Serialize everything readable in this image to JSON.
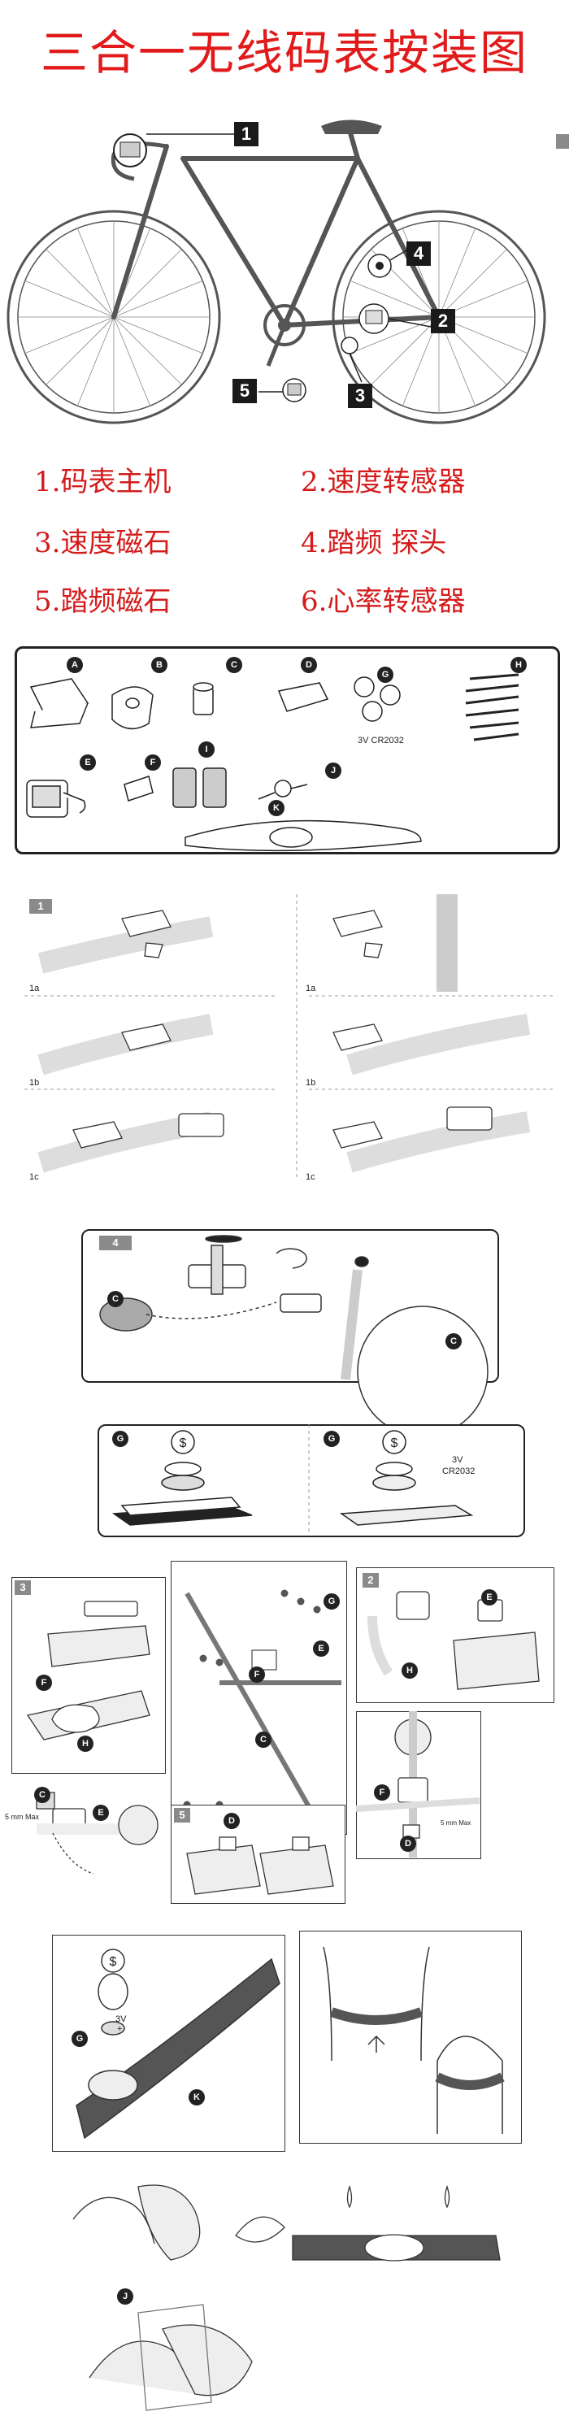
{
  "title": "三合一无线码表按装图",
  "bike_callouts": [
    "1",
    "2",
    "3",
    "4",
    "5"
  ],
  "legend": [
    "1.码表主机",
    "2.速度转感器",
    "3.速度磁石",
    "4.踏频 探头",
    "5.踏频磁石",
    "6.心率转感器"
  ],
  "parts": {
    "letters": [
      "A",
      "B",
      "C",
      "D",
      "E",
      "F",
      "G",
      "H",
      "I",
      "J",
      "K"
    ],
    "battery_label": "3V CR2032"
  },
  "step1": {
    "tag": "1",
    "sub_labels": [
      "1a",
      "1b",
      "1c"
    ]
  },
  "step4": {
    "tag": "4"
  },
  "battery_panel": {
    "battery_label_lines": [
      "3V",
      "CR2032"
    ]
  },
  "step3": {
    "tag": "3",
    "gap_label": "5 mm Max"
  },
  "step2": {
    "tag": "2"
  },
  "step5": {
    "tag": "5"
  },
  "sensor_panel": {
    "gap_label": "5 mm Max"
  },
  "hr_panel": {
    "battery_label_lines": [
      "3V",
      "+"
    ]
  },
  "colors": {
    "title_red": "#e11b1b",
    "legend_red": "#d41c1c"
  }
}
